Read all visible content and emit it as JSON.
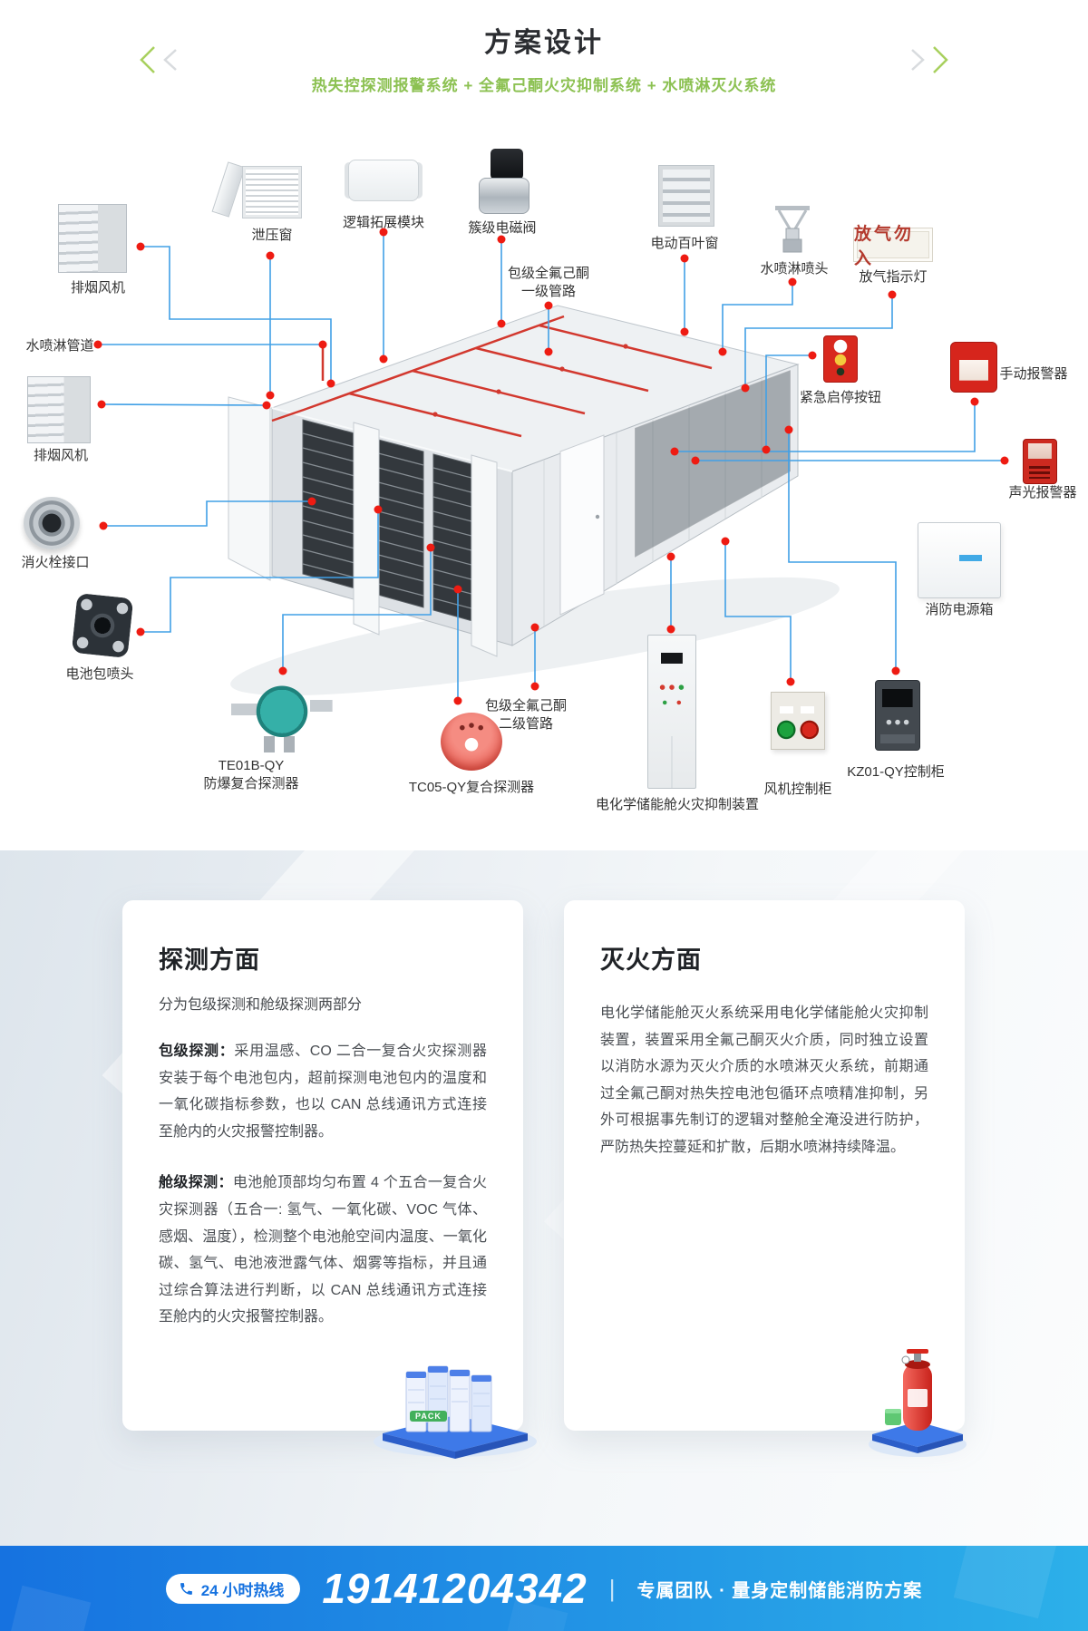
{
  "header": {
    "title": "方案设计",
    "subtitle": "热失控探测报警系统 + 全氟己酮火灾抑制系统 + 水喷淋灭火系统"
  },
  "icons": {
    "nav_left": "chevron-left-icon",
    "nav_right": "chevron-right-icon",
    "hotline": "phone-icon"
  },
  "colors": {
    "subtitle_green": "#8cc152",
    "connector_blue": "#41a0e6",
    "dot_red": "#ee1b12",
    "sign_red": "#b43a2e",
    "footer_gradient_start": "#1672e0",
    "footer_gradient_end": "#2cb0e9"
  },
  "diagram": {
    "sign_text": "放气勿入",
    "components": [
      {
        "label": "排烟风机"
      },
      {
        "label": "泄压窗"
      },
      {
        "label": "逻辑拓展模块"
      },
      {
        "label": "簇级电磁阀"
      },
      {
        "label": "包级全氟己酮",
        "label2": "一级管路"
      },
      {
        "label": "电动百叶窗"
      },
      {
        "label": "水喷淋喷头"
      },
      {
        "label": "放气指示灯"
      },
      {
        "label": "水喷淋管道"
      },
      {
        "label": "紧急启停按钮"
      },
      {
        "label": "手动报警器"
      },
      {
        "label": "排烟风机"
      },
      {
        "label": "声光报警器"
      },
      {
        "label": "消火栓接口"
      },
      {
        "label": "消防电源箱"
      },
      {
        "label": "电池包喷头"
      },
      {
        "label": "TE01B-QY",
        "label2": "防爆复合探测器"
      },
      {
        "label": "TC05-QY复合探测器"
      },
      {
        "label": "包级全氟己酮",
        "label2": "二级管路"
      },
      {
        "label": "电化学储能舱火灾抑制装置"
      },
      {
        "label": "风机控制柜"
      },
      {
        "label": "KZ01-QY控制柜"
      }
    ]
  },
  "cards": [
    {
      "title": "探测方面",
      "intro": "分为包级探测和舱级探测两部分",
      "para1_lead": "包级探测：",
      "para1": "采用温感、CO 二合一复合火灾探测器安装于每个电池包内，超前探测电池包内的温度和一氧化碳指标参数，也以 CAN 总线通讯方式连接至舱内的火灾报警控制器。",
      "para2_lead": "舱级探测：",
      "para2": "电池舱顶部均匀布置 4 个五合一复合火灾探测器（五合一: 氢气、一氧化碳、VOC 气体、感烟、温度），检测整个电池舱空间内温度、一氧化碳、氢气、电池液泄露气体、烟雾等指标，并且通过综合算法进行判断，以 CAN 总线通讯方式连接至舱内的火灾报警控制器。",
      "illustration_tag": "PACK"
    },
    {
      "title": "灭火方面",
      "para": "电化学储能舱灭火系统采用电化学储能舱火灾抑制装置，装置采用全氟己酮灭火介质，同时独立设置以消防水源为灭火介质的水喷淋灭火系统，前期通过全氟己酮对热失控电池包循环点喷精准抑制，另外可根据事先制订的逻辑对整舱全淹没进行防护，严防热失控蔓延和扩散，后期水喷淋持续降温。"
    }
  ],
  "footer": {
    "hotline_label": "24 小时热线",
    "phone": "19141204342",
    "divider": "|",
    "tagline": "专属团队 · 量身定制储能消防方案"
  }
}
